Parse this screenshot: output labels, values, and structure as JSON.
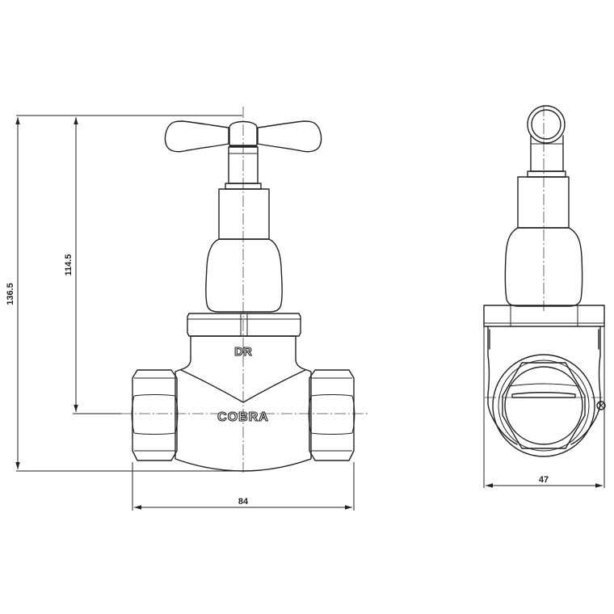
{
  "dimensions": {
    "overall_height": "136.5",
    "stem_height": "114.5",
    "body_width": "84",
    "side_width": "47"
  },
  "markings": {
    "upper": "DR",
    "lower": "COBRA"
  }
}
